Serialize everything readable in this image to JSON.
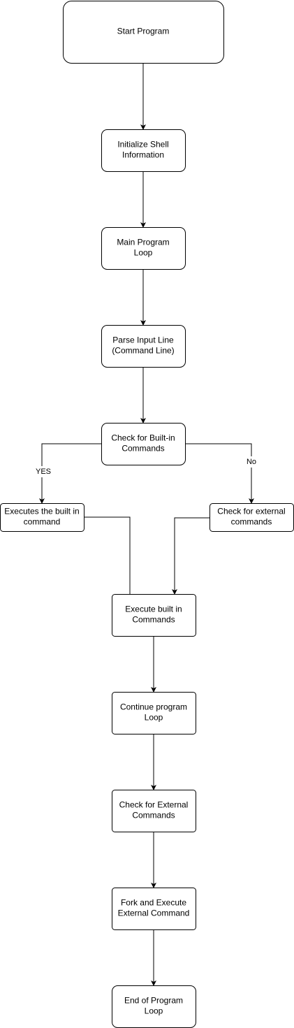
{
  "nodes": [
    {
      "id": "start-program",
      "lines": [
        "Start Program"
      ]
    },
    {
      "id": "initialize-shell-information",
      "lines": [
        "Initialize Shell",
        "Information"
      ]
    },
    {
      "id": "main-program-loop",
      "lines": [
        "Main Program",
        "Loop"
      ]
    },
    {
      "id": "parse-input-line",
      "lines": [
        "Parse Input Line",
        "(Command Line)"
      ]
    },
    {
      "id": "check-for-built-in-commands",
      "lines": [
        "Check for Built-in",
        "Commands"
      ]
    },
    {
      "id": "executes-the-built-in-command",
      "lines": [
        "Executes the built in",
        "command"
      ]
    },
    {
      "id": "check-for-external-commands-branch",
      "lines": [
        "Check for external",
        "commands"
      ]
    },
    {
      "id": "execute-built-in-commands",
      "lines": [
        "Execute built in",
        "Commands"
      ]
    },
    {
      "id": "continue-program-loop",
      "lines": [
        "Continue program",
        "Loop"
      ]
    },
    {
      "id": "check-for-external-commands",
      "lines": [
        "Check for External",
        "Commands"
      ]
    },
    {
      "id": "fork-and-execute-external-command",
      "lines": [
        "Fork and Execute",
        "External Command"
      ]
    },
    {
      "id": "end-of-program-loop",
      "lines": [
        "End of Program",
        "Loop"
      ]
    }
  ],
  "edges": [
    {
      "id": "start-to-init",
      "from": "start-program",
      "to": "initialize-shell-information",
      "label": ""
    },
    {
      "id": "init-to-main",
      "from": "initialize-shell-information",
      "to": "main-program-loop",
      "label": ""
    },
    {
      "id": "main-to-parse",
      "from": "main-program-loop",
      "to": "parse-input-line",
      "label": ""
    },
    {
      "id": "parse-to-check-builtin",
      "from": "parse-input-line",
      "to": "check-for-built-in-commands",
      "label": ""
    },
    {
      "id": "check-builtin-yes",
      "from": "check-for-built-in-commands",
      "to": "executes-the-built-in-command",
      "label": "YES"
    },
    {
      "id": "check-builtin-no",
      "from": "check-for-built-in-commands",
      "to": "check-for-external-commands-branch",
      "label": "No"
    },
    {
      "id": "executes-builtin-to-execute",
      "from": "executes-the-built-in-command",
      "to": "execute-built-in-commands",
      "label": ""
    },
    {
      "id": "check-external-to-execute",
      "from": "check-for-external-commands-branch",
      "to": "execute-built-in-commands",
      "label": ""
    },
    {
      "id": "execute-to-continue",
      "from": "execute-built-in-commands",
      "to": "continue-program-loop",
      "label": ""
    },
    {
      "id": "continue-to-check-external",
      "from": "continue-program-loop",
      "to": "check-for-external-commands",
      "label": ""
    },
    {
      "id": "check-external-to-fork",
      "from": "check-for-external-commands",
      "to": "fork-and-execute-external-command",
      "label": ""
    },
    {
      "id": "fork-to-end",
      "from": "fork-and-execute-external-command",
      "to": "end-of-program-loop",
      "label": ""
    }
  ]
}
